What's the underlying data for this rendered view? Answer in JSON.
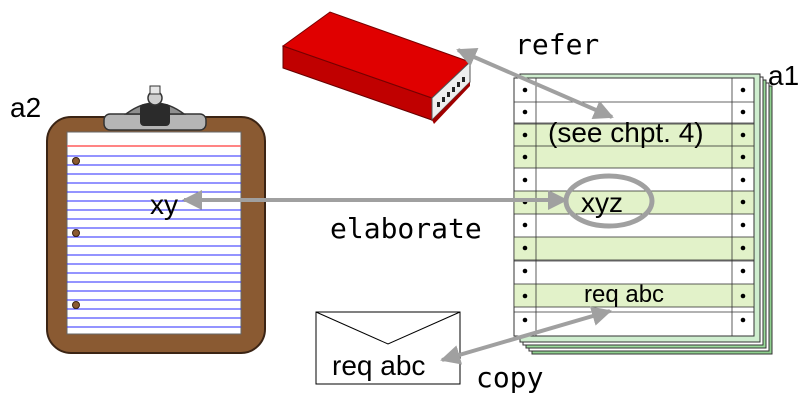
{
  "labels": {
    "refer": "refer",
    "a1": "a1",
    "a2": "a2",
    "see_chapter": "(see chpt. 4)",
    "xyz": "xyz",
    "xy": "xy",
    "elaborate": "elaborate",
    "req_abc_listing": "req abc",
    "req_abc_envelope": "req abc",
    "copy": "copy"
  },
  "colors": {
    "book_red": "#e00000",
    "clipboard_brown": "#8a5a32",
    "listing_green": "#e2f2c9",
    "arrow_gray": "#a0a0a0",
    "ruled_line_blue": "#2a2aff",
    "margin_line_red": "#ff5c5c"
  }
}
